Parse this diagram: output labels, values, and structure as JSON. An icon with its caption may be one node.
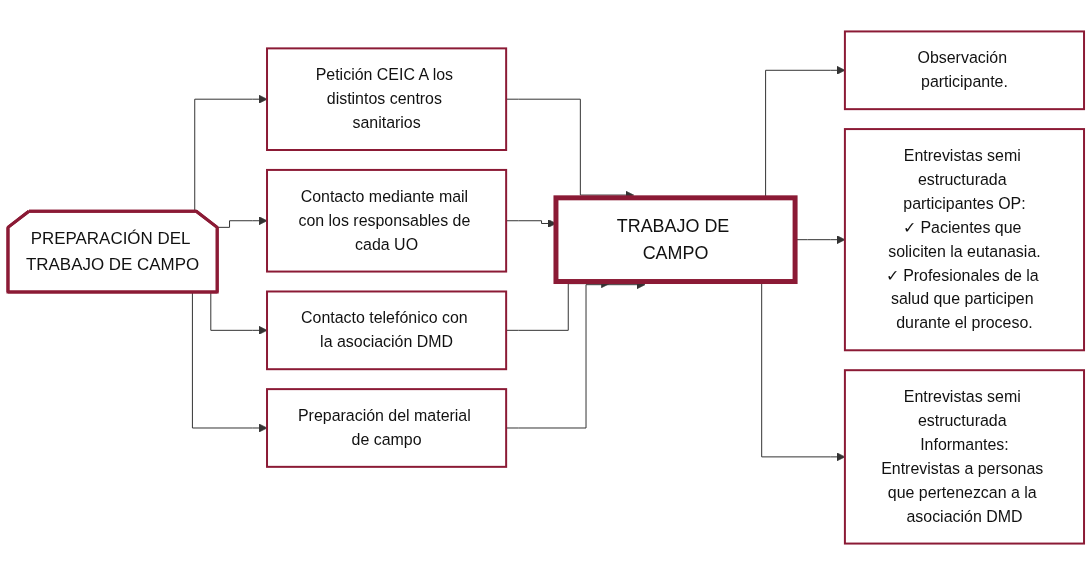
{
  "diagram": {
    "nodes": [
      {
        "text": [
          "PREPARACIÓN DEL TRABAJO DE CAMPO"
        ]
      },
      {
        "text": [
          "Petición CEIC A los distintos centros sanitarios"
        ]
      },
      {
        "text": [
          "Contacto mediante mail con los responsables de cada UO"
        ]
      },
      {
        "text": [
          "Contacto telefónico con la asociación DMD"
        ]
      },
      {
        "text": [
          "Preparación del material de campo"
        ]
      },
      {
        "text": [
          "TRABAJO DE CAMPO"
        ]
      },
      {
        "text": [
          "Observación participante."
        ]
      },
      {
        "text": [
          "Entrevistas semi estructurada participantes OP:",
          "✓ Pacientes que soliciten la eutanasia.",
          "✓ Profesionales de la salud que participen durante el proceso."
        ]
      },
      {
        "text": [
          "Entrevistas semi estructurada Informantes:",
          "Entrevistas a personas que pertenezcan a la asociación DMD"
        ]
      }
    ],
    "edges": [
      {
        "from": 0,
        "to": 1,
        "arrow": "to"
      },
      {
        "from": 0,
        "to": 2,
        "arrow": "to"
      },
      {
        "from": 0,
        "to": 3,
        "arrow": "to"
      },
      {
        "from": 0,
        "to": 4,
        "arrow": "to"
      },
      {
        "from": 1,
        "to": 5,
        "arrow": "to"
      },
      {
        "from": 2,
        "to": 5,
        "arrow": "to"
      },
      {
        "from": 3,
        "to": 5,
        "arrow": "to"
      },
      {
        "from": 4,
        "to": 5,
        "arrow": "to"
      },
      {
        "from": 5,
        "to": 6,
        "arrow": "to"
      },
      {
        "from": 5,
        "to": 7,
        "arrow": "to"
      },
      {
        "from": 5,
        "to": 8,
        "arrow": "to"
      }
    ]
  }
}
